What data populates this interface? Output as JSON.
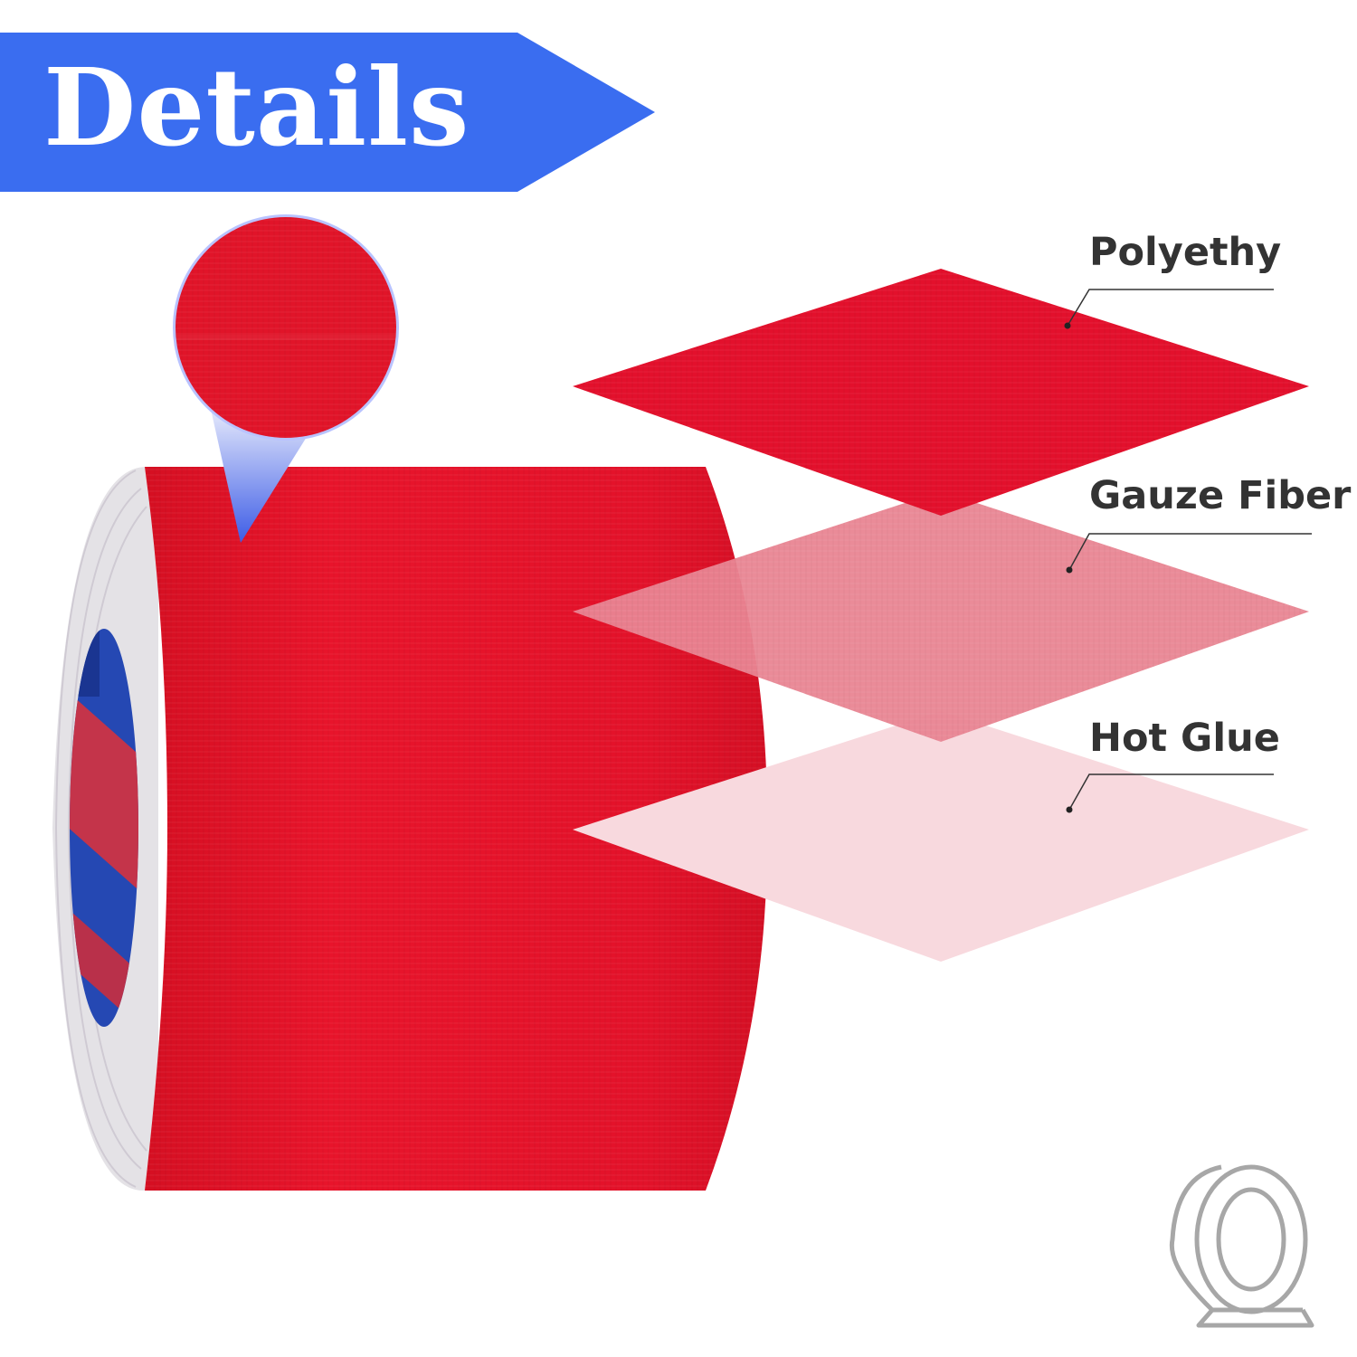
{
  "banner": {
    "title": "Details",
    "color": "#3a6df0"
  },
  "layers": [
    {
      "label": "Polyethy",
      "color": "#e3102c"
    },
    {
      "label": "Gauze Fiber",
      "color": "#e98592"
    },
    {
      "label": "Hot Glue",
      "color": "#f8d9de"
    }
  ],
  "product": {
    "tape_color": "#e11429",
    "core_color": "#2548b3",
    "magnifier_accent": "#3d5ce6"
  },
  "corner_icon": "tape-roll-icon"
}
